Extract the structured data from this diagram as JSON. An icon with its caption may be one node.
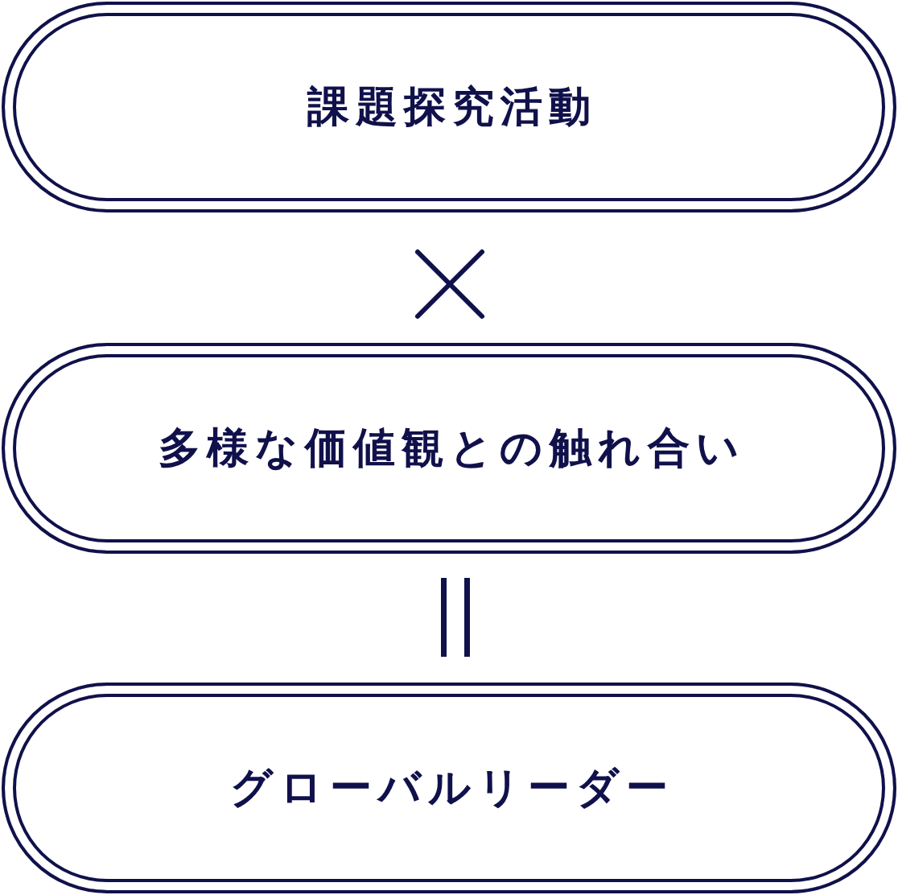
{
  "diagram": {
    "nodes": [
      {
        "text": [
          "課題探究活動"
        ]
      },
      {
        "text": [
          "多様な価値観との触れ合い"
        ]
      },
      {
        "text": [
          "グローバルリーダー"
        ]
      }
    ]
  }
}
